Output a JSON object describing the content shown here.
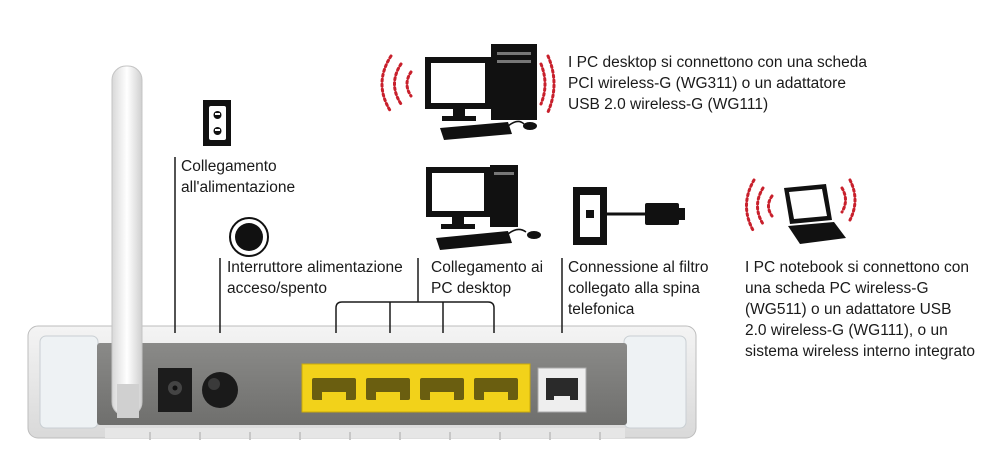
{
  "labels": {
    "power_connection": [
      "Collegamento",
      "all'alimentazione"
    ],
    "power_switch": [
      "Interruttore alimentazione",
      "acceso/spento"
    ],
    "desktop_connection": [
      "Collegamento ai",
      "PC desktop"
    ],
    "phone_filter": [
      "Connessione al filtro",
      "collegato alla spina",
      "telefonica"
    ],
    "wireless_desktop": [
      "I PC desktop si connettono con una scheda",
      "PCI wireless-G (WG311) o un adattatore",
      "USB 2.0 wireless-G (WG111)"
    ],
    "wireless_notebook": [
      "I PC notebook si connettono con",
      "una scheda PC wireless-G",
      "(WG511) o un adattatore USB",
      "2.0 wireless-G (WG111), o un",
      "sistema wireless interno integrato"
    ]
  },
  "colors": {
    "signal": "#c8202c",
    "ethernet_port": "#f2d21a",
    "text": "#1a1a1a"
  },
  "icons": [
    "antenna-icon",
    "power-outlet-icon",
    "power-button-icon",
    "desktop-pc-icon",
    "wall-phone-jack-icon",
    "laptop-icon",
    "wireless-signal-icon"
  ]
}
